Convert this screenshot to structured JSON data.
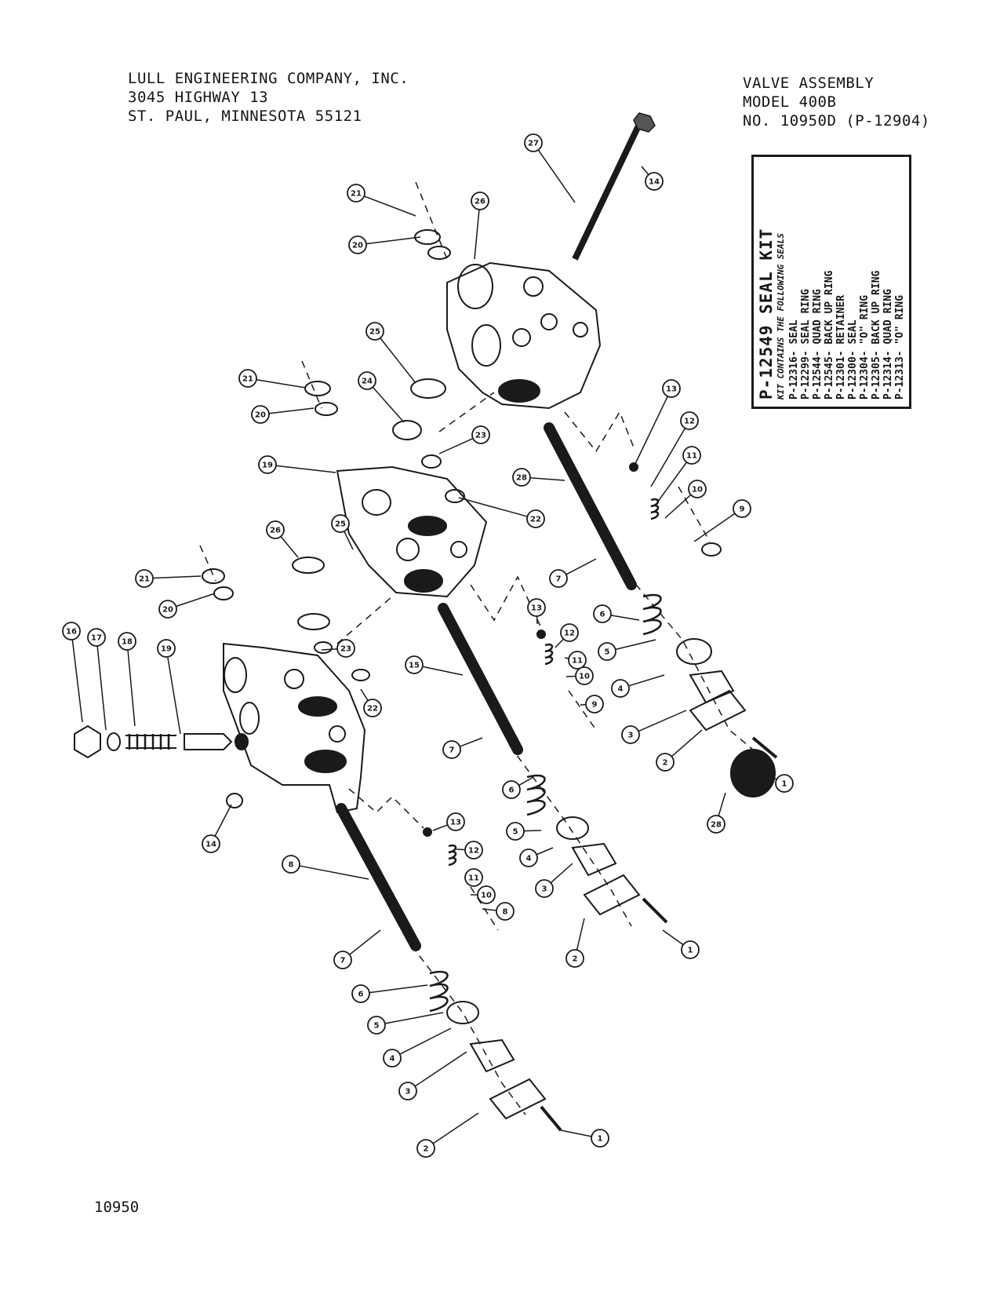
{
  "company": {
    "lines": [
      "LULL ENGINEERING COMPANY, INC.",
      "3045 HIGHWAY 13",
      "ST. PAUL, MINNESOTA 55121"
    ]
  },
  "title": {
    "lines": [
      "VALVE ASSEMBLY",
      "MODEL 400B",
      "NO. 10950D (P-12904)"
    ]
  },
  "seal_kit": {
    "title": "P-12549 SEAL KIT",
    "subtitle": "KIT CONTAINS THE FOLLOWING SEALS",
    "items": [
      "P-12316- SEAL",
      "P-12299- SEAL RING",
      "P-12544- QUAD RING",
      "P-12545- BACK UP RING",
      "P-12301- RETAINER",
      "P-12300- SEAL",
      "P-12304- \"O\" RING",
      "P-12305- BACK UP RING",
      "P-12314- QUAD RING",
      "P-12313- \"O\" RING"
    ]
  },
  "page_number": "10950",
  "callouts": [
    {
      "n": "27"
    },
    {
      "n": "14"
    },
    {
      "n": "21"
    },
    {
      "n": "26"
    },
    {
      "n": "20"
    },
    {
      "n": "25"
    },
    {
      "n": "21"
    },
    {
      "n": "24"
    },
    {
      "n": "20"
    },
    {
      "n": "23"
    },
    {
      "n": "19"
    },
    {
      "n": "22"
    },
    {
      "n": "13"
    },
    {
      "n": "12"
    },
    {
      "n": "11"
    },
    {
      "n": "10"
    },
    {
      "n": "9"
    },
    {
      "n": "28"
    },
    {
      "n": "7"
    },
    {
      "n": "6"
    },
    {
      "n": "5"
    },
    {
      "n": "4"
    },
    {
      "n": "3"
    },
    {
      "n": "2"
    },
    {
      "n": "1"
    },
    {
      "n": "28"
    },
    {
      "n": "25"
    },
    {
      "n": "21"
    },
    {
      "n": "26"
    },
    {
      "n": "20"
    },
    {
      "n": "23"
    },
    {
      "n": "15"
    },
    {
      "n": "22"
    },
    {
      "n": "13"
    },
    {
      "n": "12"
    },
    {
      "n": "11"
    },
    {
      "n": "10"
    },
    {
      "n": "9"
    },
    {
      "n": "16"
    },
    {
      "n": "17"
    },
    {
      "n": "18"
    },
    {
      "n": "19"
    },
    {
      "n": "7"
    },
    {
      "n": "6"
    },
    {
      "n": "14"
    },
    {
      "n": "13"
    },
    {
      "n": "12"
    },
    {
      "n": "11"
    },
    {
      "n": "10"
    },
    {
      "n": "8"
    },
    {
      "n": "5"
    },
    {
      "n": "4"
    },
    {
      "n": "3"
    },
    {
      "n": "8"
    },
    {
      "n": "1"
    },
    {
      "n": "2"
    },
    {
      "n": "7"
    },
    {
      "n": "6"
    },
    {
      "n": "5"
    },
    {
      "n": "4"
    },
    {
      "n": "3"
    },
    {
      "n": "2"
    },
    {
      "n": "1"
    }
  ]
}
